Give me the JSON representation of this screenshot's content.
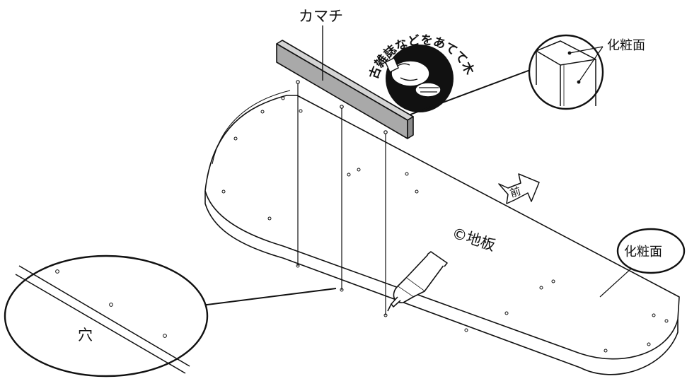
{
  "labels": {
    "kamachi": "カマチ",
    "finish_face_top": "化粧面",
    "finish_face_bubble": "化粧面",
    "hole": "穴",
    "floor_board": "©地板",
    "front": "前",
    "tip": "古雑誌などをあてて木!"
  },
  "colors": {
    "line": "#111111",
    "kamachi_fill": "#a9a9a9",
    "board_fill": "#ffffff",
    "hammer_badge": "#111111"
  },
  "icons": [
    "hammer-fist-icon",
    "glue-tube-icon",
    "front-arrow-icon"
  ]
}
